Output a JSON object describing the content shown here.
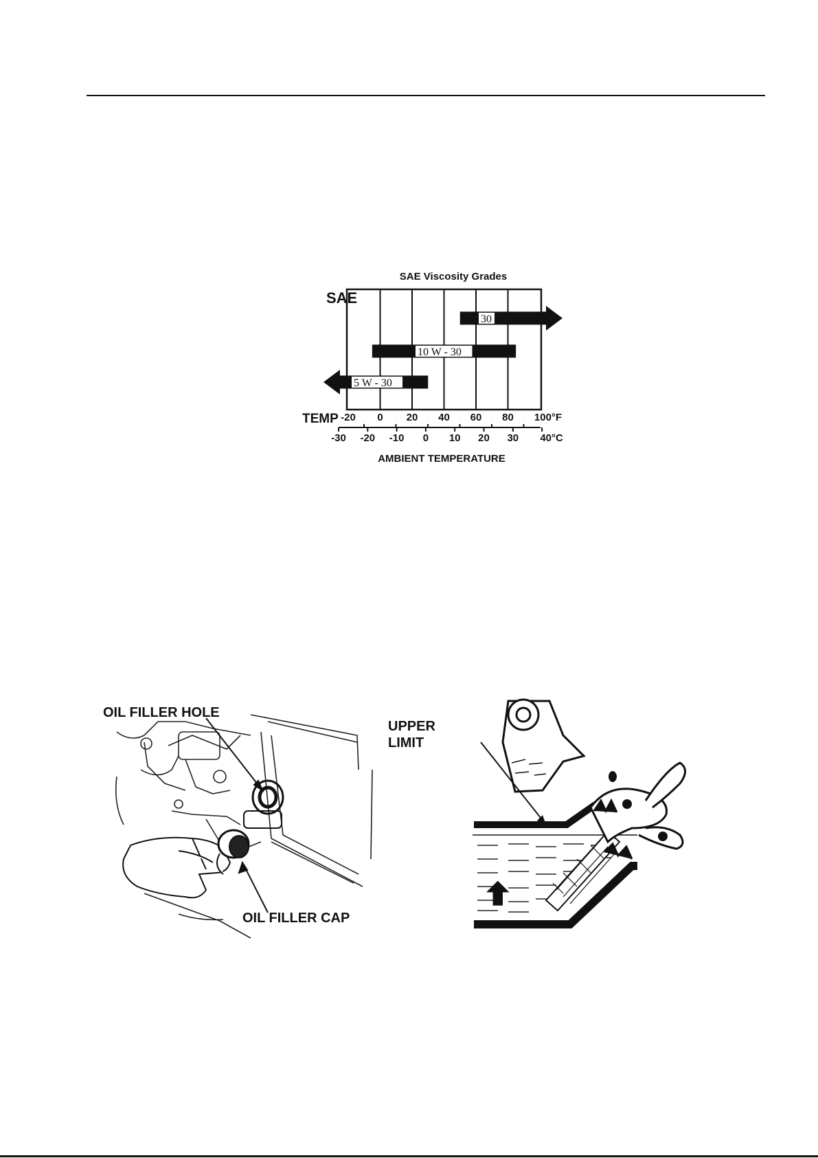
{
  "viscosity_chart": {
    "title": "SAE Viscosity Grades",
    "y_label": "SAE",
    "x_label": "TEMP",
    "caption": "AMBIENT TEMPERATURE",
    "fahrenheit_ticks": [
      "-20",
      "0",
      "20",
      "40",
      "60",
      "80",
      "100°F"
    ],
    "celsius_ticks": [
      "-30",
      "-20",
      "-10",
      "0",
      "10",
      "20",
      "30",
      "40°C"
    ],
    "grades": [
      {
        "label": "30",
        "from_f": 50,
        "to_f": 100,
        "open_low": false,
        "open_high": true
      },
      {
        "label": "10 W - 30",
        "from_f": -5,
        "to_f": 85,
        "open_low": false,
        "open_high": false
      },
      {
        "label": "5 W - 30",
        "from_f": -20,
        "to_f": 30,
        "open_low": true,
        "open_high": false
      }
    ]
  },
  "filler_figure": {
    "hole_label": "OIL FILLER HOLE",
    "cap_label": "OIL FILLER CAP"
  },
  "level_figure": {
    "limit_label_line1": "UPPER",
    "limit_label_line2": "LIMIT"
  }
}
